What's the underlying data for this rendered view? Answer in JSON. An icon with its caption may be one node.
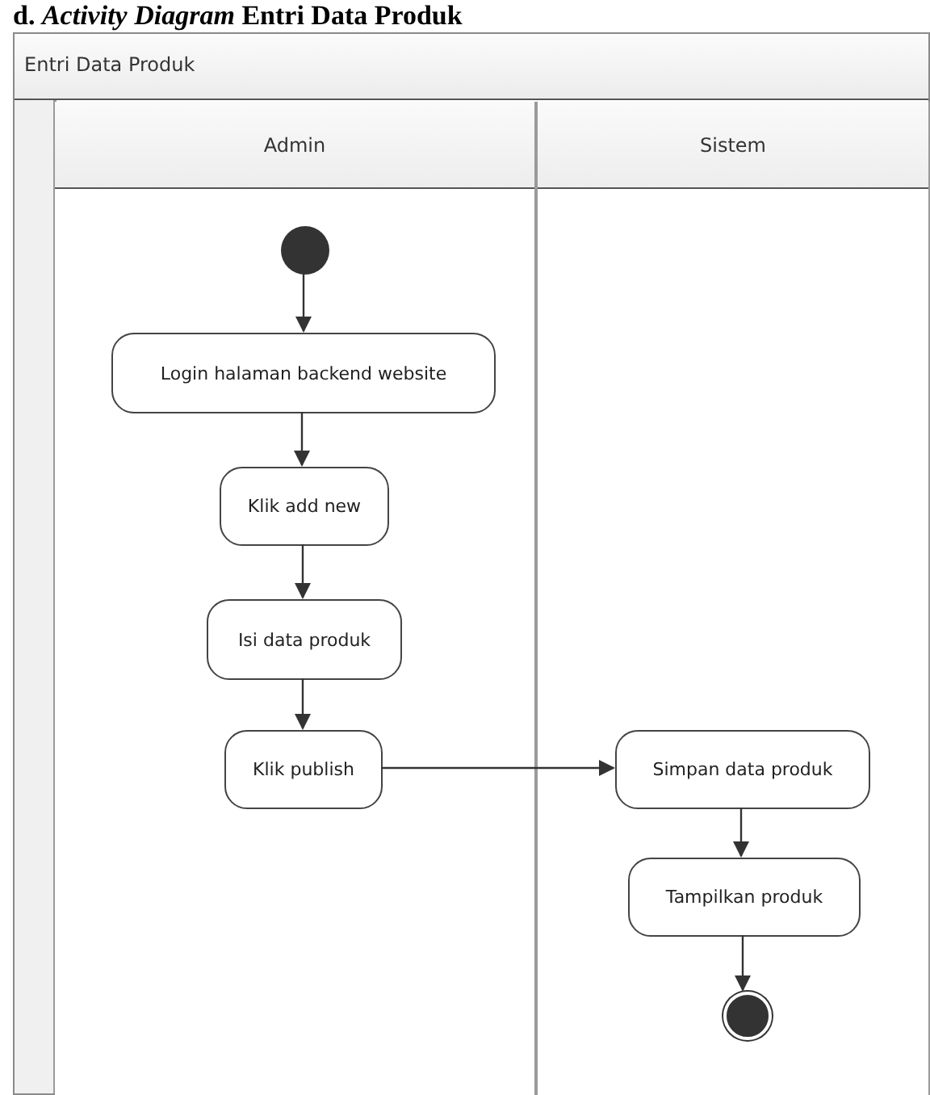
{
  "diagram": {
    "title": "d. *Activity Diagram* Entri Data Produk",
    "nodes": [
      {
        "text": [
          "Entri Data Produk"
        ]
      },
      {
        "text": [
          "Admin"
        ],
        "in": 0
      },
      {
        "text": [
          "Sistem"
        ],
        "in": 0
      },
      {
        "text": [],
        "shape": "circle",
        "in": 1
      },
      {
        "text": [
          "Login halaman backend website"
        ],
        "in": 1
      },
      {
        "text": [
          "Klik add new"
        ],
        "in": 1
      },
      {
        "text": [
          "Isi data produk"
        ],
        "in": 1
      },
      {
        "text": [
          "Klik publish"
        ],
        "in": 1
      },
      {
        "text": [
          "Simpan data produk"
        ],
        "in": 2
      },
      {
        "text": [
          "Tampilkan produk"
        ],
        "in": 2
      },
      {
        "text": [],
        "shape": "end-circle",
        "in": 2
      }
    ],
    "edges": [
      {
        "from": 3,
        "to": 4,
        "arrow": "to"
      },
      {
        "from": 4,
        "to": 5,
        "arrow": "to"
      },
      {
        "from": 5,
        "to": 6,
        "arrow": "to"
      },
      {
        "from": 6,
        "to": 7,
        "arrow": "to"
      },
      {
        "from": 7,
        "to": 8,
        "arrow": "to"
      },
      {
        "from": 8,
        "to": 9,
        "arrow": "to"
      },
      {
        "from": 9,
        "to": 10,
        "arrow": "to"
      }
    ]
  }
}
